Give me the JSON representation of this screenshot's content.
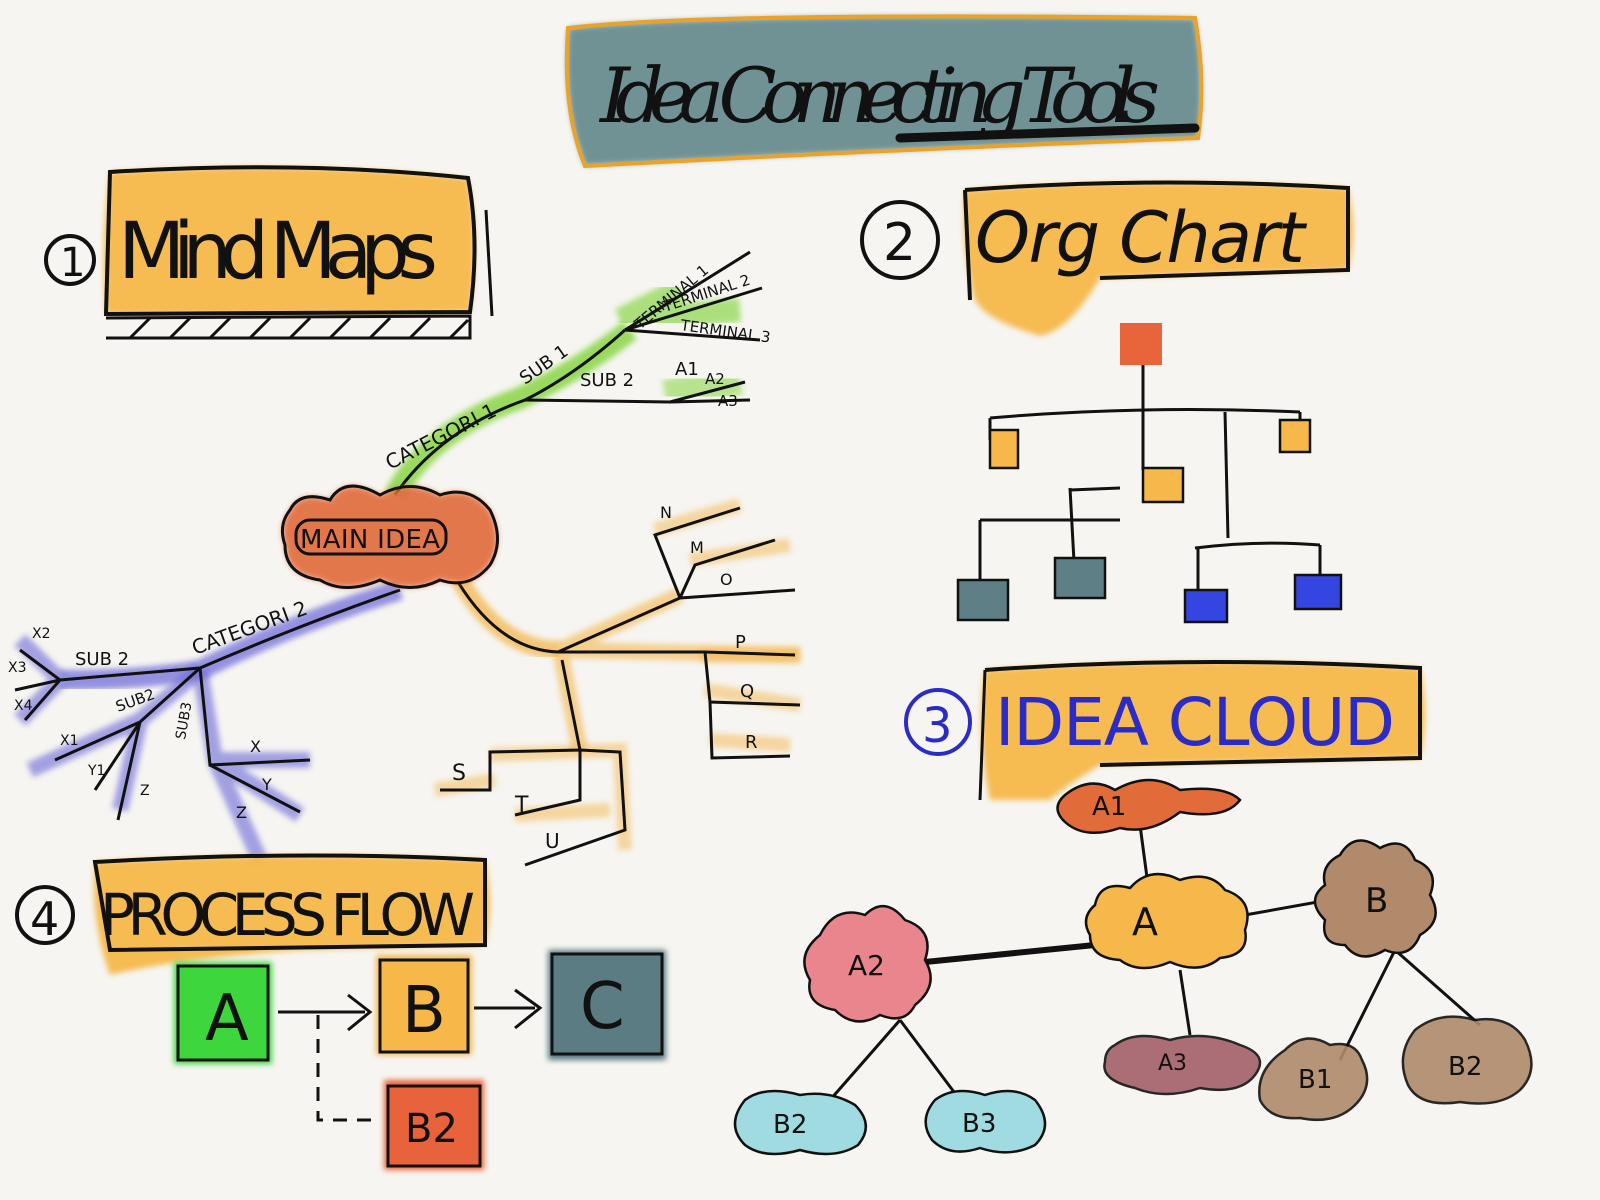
{
  "title": "Idea Connecting Tools",
  "sections": {
    "mind_maps": {
      "number": "1",
      "label": "Mind Maps",
      "main_idea": "MAIN IDEA",
      "category1": "CATEGORI 1",
      "category2": "CATEGORI 2",
      "c1_sub1": "SUB 1",
      "c1_sub2": "SUB 2",
      "terminal1": "TERMINAL 1",
      "terminal2": "TERMINAL 2",
      "terminal3": "TERMINAL 3",
      "a1": "A1",
      "a2": "A2",
      "a3": "A3",
      "c2_sub2": "SUB 2",
      "c2_subB": "SUB2",
      "c2_subC": "SUB3",
      "x2": "X2",
      "x3": "X3",
      "x4": "X4",
      "x1": "X1",
      "y1": "Y1",
      "z1": "Z",
      "xr": "X",
      "yr": "Y",
      "zr": "Z",
      "n": "N",
      "m": "M",
      "o": "O",
      "p": "P",
      "q": "Q",
      "r": "R",
      "s": "S",
      "t": "T",
      "u": "U"
    },
    "org_chart": {
      "number": "2",
      "label": "Org Chart"
    },
    "idea_cloud": {
      "number": "3",
      "label": "IDEA CLOUD",
      "nodes": {
        "a1": "A1",
        "a": "A",
        "b": "B",
        "a2": "A2",
        "a3": "A3",
        "b1": "B1",
        "b2": "B2",
        "b2l": "B2",
        "b3": "B3"
      }
    },
    "process_flow": {
      "number": "4",
      "label": "PROCESS FLOW",
      "box_a": "A",
      "box_b": "B",
      "box_c": "C",
      "box_b2": "B2"
    }
  },
  "colors": {
    "background": "#f6f5f1",
    "title_fill": "#6b8d90",
    "title_border": "#e9a32a",
    "label_fill": "#f6b84a",
    "main_idea": "#e26b3a",
    "green": "#7ad12e",
    "purple": "#6b67d8",
    "orange_branch": "#f4b64e",
    "org_top": "#e8643a",
    "org_teal": "#5f7f86",
    "org_blue": "#3545e0",
    "box_green": "#3cd63c",
    "box_teal": "#5a7c82",
    "cloud_pink": "#e9858c",
    "cloud_cyan": "#9fdbe0",
    "cloud_brown": "#b08a6a",
    "cloud_mauve": "#a3606a"
  }
}
